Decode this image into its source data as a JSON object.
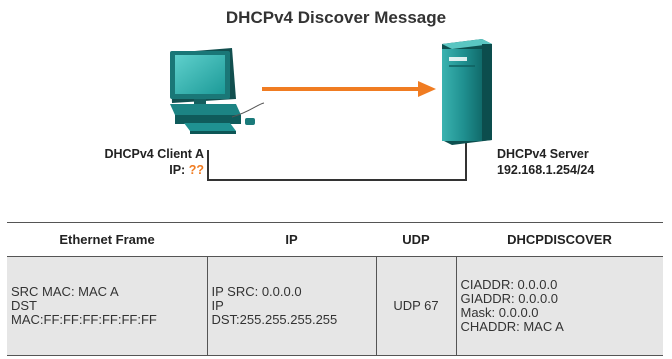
{
  "title": "DHCPv4 Discover Message",
  "client": {
    "name": "DHCPv4 Client A",
    "ip_label": "IP:",
    "ip_value": "??"
  },
  "server": {
    "name": "DHCPv4 Server",
    "address": "192.168.1.254/24"
  },
  "colors": {
    "arrow": "#f07c22",
    "teal": "#1f8f8f",
    "header_bg": "#ffffff",
    "cell_bg": "#e6e6e6"
  },
  "table": {
    "headers": [
      "Ethernet Frame",
      "IP",
      "UDP",
      "DHCPDISCOVER"
    ],
    "ethernet": [
      "SRC MAC: MAC A",
      "DST",
      "MAC:FF:FF:FF:FF:FF:FF"
    ],
    "ip": [
      "IP SRC: 0.0.0.0",
      "IP",
      "DST:255.255.255.255"
    ],
    "udp": [
      "UDP 67"
    ],
    "dhcp": [
      "CIADDR: 0.0.0.0",
      "GIADDR: 0.0.0.0",
      "Mask: 0.0.0.0",
      "CHADDR: MAC A"
    ]
  }
}
